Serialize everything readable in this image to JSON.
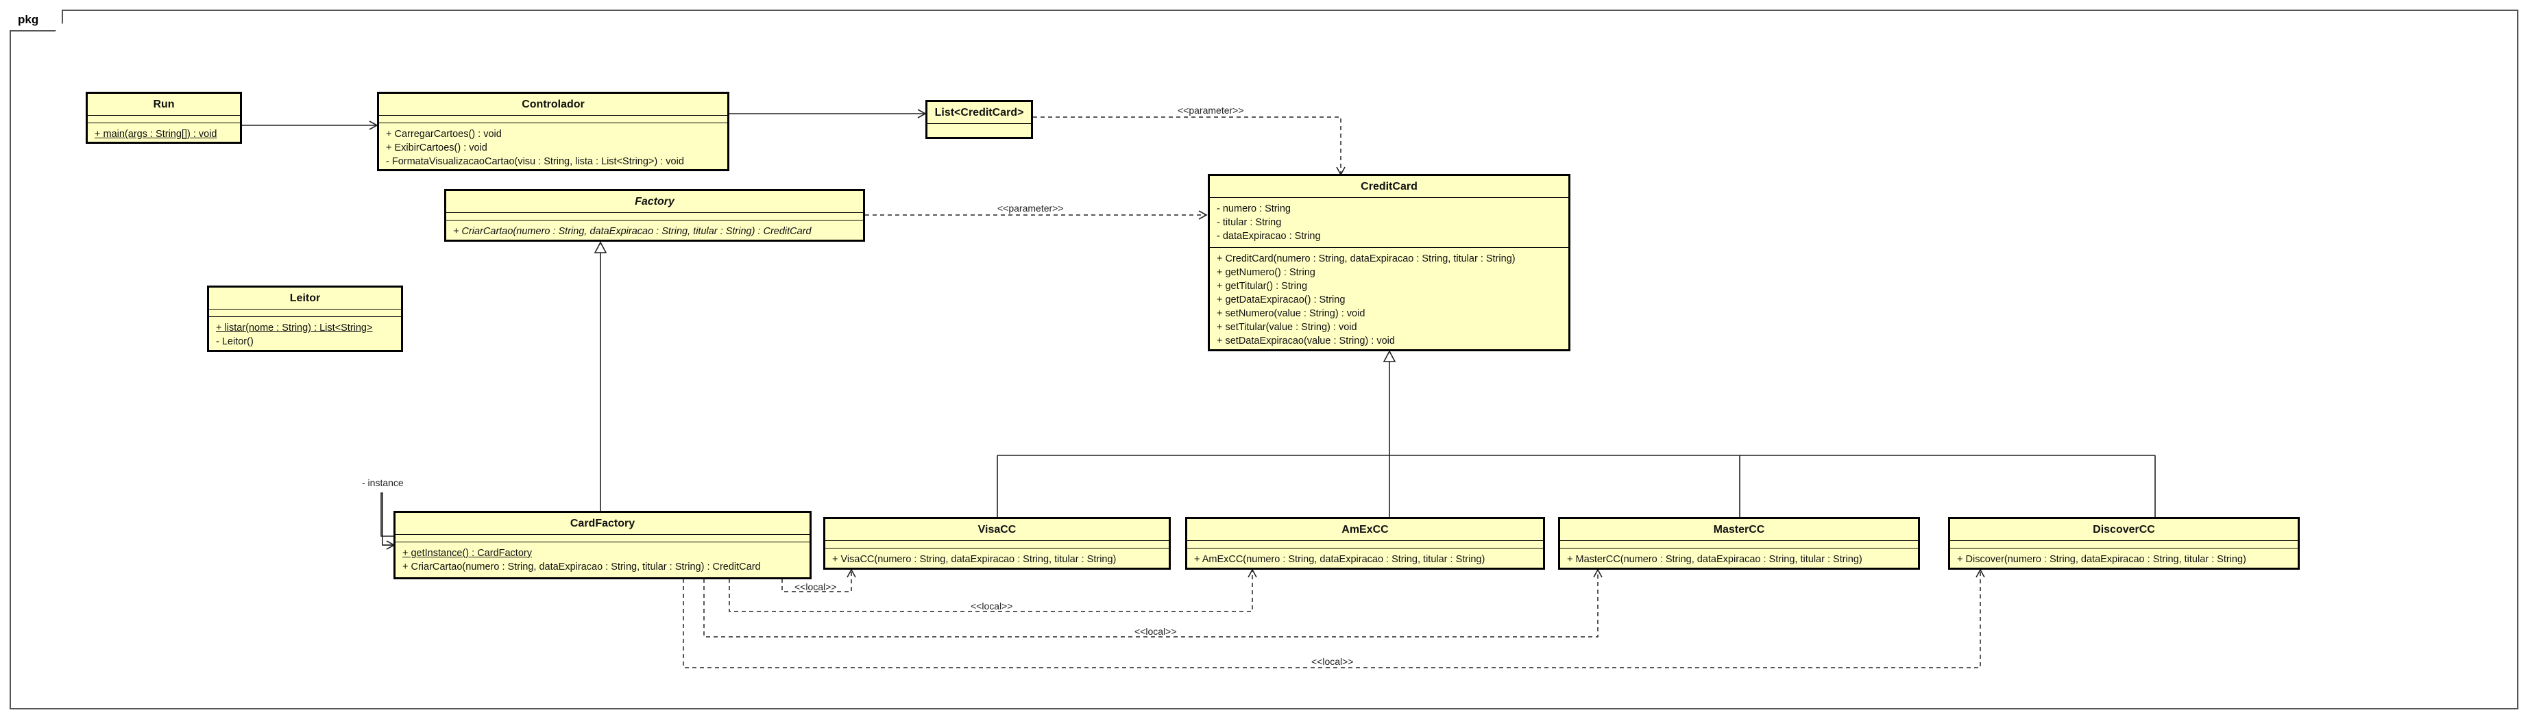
{
  "package": {
    "name": "pkg"
  },
  "classes": {
    "run": {
      "name": "Run",
      "attributes": [],
      "operations": [
        "+ main(args : String[]) : void"
      ]
    },
    "controlador": {
      "name": "Controlador",
      "attributes": [],
      "operations": [
        "+ CarregarCartoes() : void",
        "+ ExibirCartoes() : void",
        "- FormataVisualizacaoCartao(visu : String, lista : List<String>) : void"
      ]
    },
    "list_credit_card": {
      "name": "List<CreditCard>"
    },
    "factory": {
      "name": "Factory",
      "attributes": [],
      "operations": [
        "+ CriarCartao(numero : String, dataExpiracao : String, titular : String) : CreditCard"
      ]
    },
    "leitor": {
      "name": "Leitor",
      "attributes": [],
      "operations": [
        "+ listar(nome : String) : List<String>",
        "- Leitor()"
      ]
    },
    "credit_card": {
      "name": "CreditCard",
      "attributes": [
        "- numero : String",
        "- titular : String",
        "- dataExpiracao : String"
      ],
      "operations": [
        "+ CreditCard(numero : String, dataExpiracao : String, titular : String)",
        "+ getNumero() : String",
        "+ getTitular() : String",
        "+ getDataExpiracao() : String",
        "+ setNumero(value : String) : void",
        "+ setTitular(value : String) : void",
        "+ setDataExpiracao(value : String) : void"
      ]
    },
    "card_factory": {
      "name": "CardFactory",
      "attributes": [],
      "operations": [
        "+ getInstance() : CardFactory",
        "+ CriarCartao(numero : String, dataExpiracao : String, titular : String) : CreditCard"
      ]
    },
    "visa_cc": {
      "name": "VisaCC",
      "attributes": [],
      "operations": [
        "+ VisaCC(numero : String, dataExpiracao : String, titular : String)"
      ]
    },
    "amex_cc": {
      "name": "AmExCC",
      "attributes": [],
      "operations": [
        "+ AmExCC(numero : String, dataExpiracao : String, titular : String)"
      ]
    },
    "master_cc": {
      "name": "MasterCC",
      "attributes": [],
      "operations": [
        "+ MasterCC(numero : String, dataExpiracao : String, titular : String)"
      ]
    },
    "discover_cc": {
      "name": "DiscoverCC",
      "attributes": [],
      "operations": [
        "+ Discover(numero : String, dataExpiracao : String, titular : String)"
      ]
    }
  },
  "relationships": {
    "controlador_list_parameter": "<<parameter>>",
    "factory_creditcard_parameter": "<<parameter>>",
    "cardfactory_self_role": "- instance",
    "local_visa": "<<local>>",
    "local_amex": "<<local>>",
    "local_master": "<<local>>",
    "local_discover": "<<local>>"
  },
  "colors": {
    "class_fill": "#ffffc4",
    "line": "#000000",
    "frame": "#555555"
  }
}
